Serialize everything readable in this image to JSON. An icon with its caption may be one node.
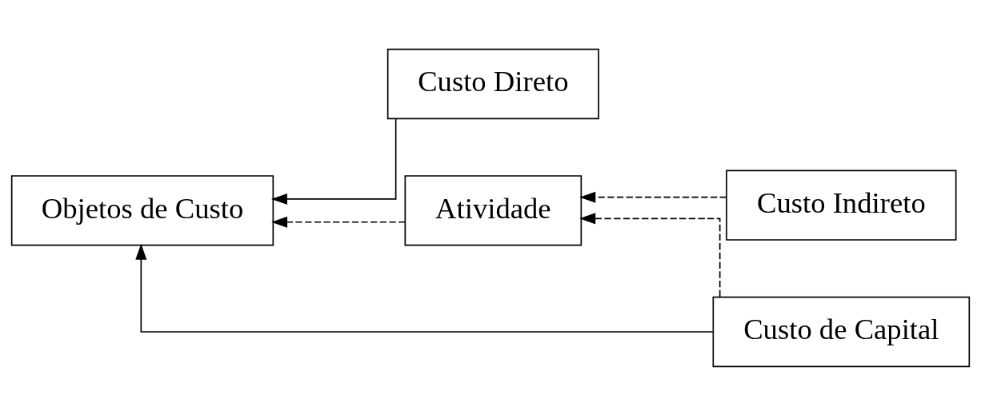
{
  "diagram": {
    "nodes": [
      {
        "text": [
          "Custo Direto"
        ]
      },
      {
        "text": [
          "Objetos de Custo"
        ]
      },
      {
        "text": [
          "Atividade"
        ]
      },
      {
        "text": [
          "Custo Indireto"
        ]
      },
      {
        "text": [
          "Custo de Capital"
        ]
      }
    ],
    "edges": [
      {
        "from": 0,
        "to": 1,
        "arrow": "to"
      },
      {
        "from": 2,
        "to": 1,
        "arrow": "to",
        "style": "dashed"
      },
      {
        "from": 3,
        "to": 2,
        "arrow": "to",
        "style": "dashed"
      },
      {
        "from": 4,
        "to": 2,
        "arrow": "to",
        "style": "dashed"
      },
      {
        "from": 4,
        "to": 1,
        "arrow": "to"
      }
    ]
  }
}
